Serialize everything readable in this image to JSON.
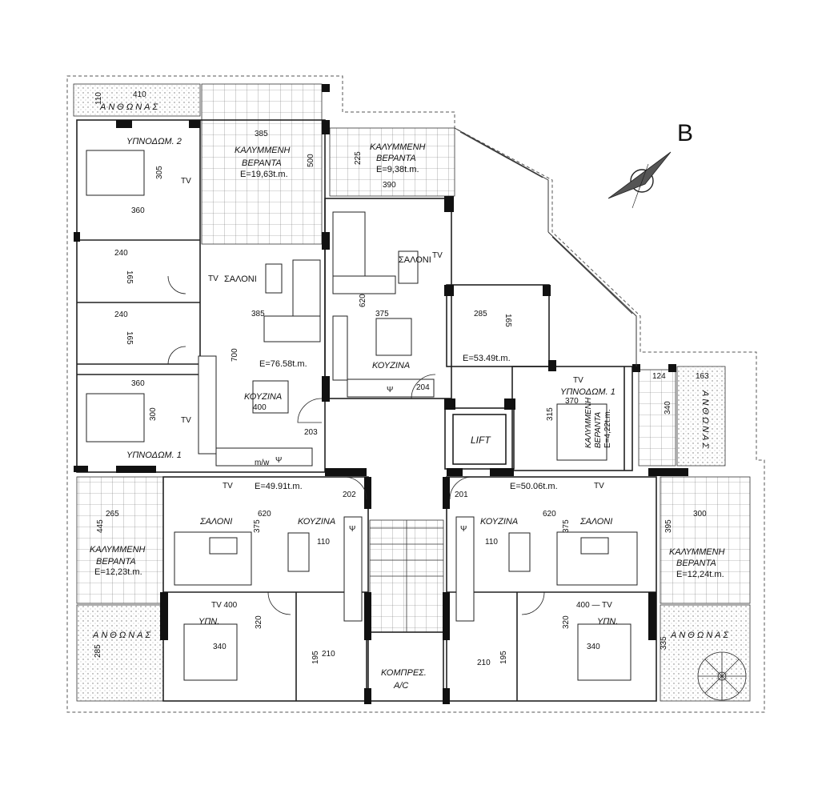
{
  "north_label": "B",
  "rooms": {
    "flanthos_top": "ΑΝΘΩΝΑΣ",
    "flanthos_right": "ΑΝΘΩΝΑΣ",
    "flanthos_bl": "ΑΝΘΩΝΑΣ",
    "flanthos_br": "ΑΝΘΩΝΑΣ",
    "bed2_top": "ΥΠΝΟΔΩΜ. 2",
    "bed1_left": "ΥΠΝΟΔΩΜ. 1",
    "bed1_right": "ΥΠΝΟΔΩΜ. 1",
    "ver1_l1": "ΚΑΛΥΜΜΕΝΗ",
    "ver1_l2": "ΒΕΡΑΝΤΑ",
    "ver1_area": "E=19,63t.m.",
    "ver2_l1": "ΚΑΛΥΜΜΕΝΗ",
    "ver2_l2": "ΒΕΡΑΝΤΑ",
    "ver2_area": "E=9,38t.m.",
    "ver3_l1": "ΚΑΛΥΜΜΕΝΗ",
    "ver3_l2": "ΒΕΡΑΝΤΑ",
    "ver3_area": "E=12,23t.m.",
    "ver4_l1": "ΚΑΛΥΜΜΕΝΗ",
    "ver4_l2": "ΒΕΡΑΝΤΑ",
    "ver4_area": "E=12,24t.m.",
    "ver5_l1": "ΚΑΛΥΜΜΕΝΗ",
    "ver5_l2": "ΒΕΡΑΝΤΑ",
    "ver5_area": "E=4,22t.m.",
    "saloni_a": "ΣΑΛΟΝΙ",
    "saloni_b": "ΣΑΛΟΝΙ",
    "saloni_c": "ΣΑΛΟΝΙ",
    "saloni_d": "ΣΑΛΟΝΙ",
    "kouzina_a": "ΚΟΥΖΙΝΑ",
    "kouzina_b": "ΚΟΥΖΙΝΑ",
    "kouzina_c": "ΚΟΥΖΙΝΑ",
    "kouzina_d": "ΚΟΥΖΙΝΑ",
    "ypn_l": "ΥΠΝ.",
    "ypn_r": "ΥΠΝ.",
    "lift": "LIFT",
    "compressor_l1": "ΚΟΜΠΡΕΣ.",
    "compressor_l2": "A/C",
    "area_a": "E=76.58t.m.",
    "area_b": "E=53.49t.m.",
    "area_c": "E=49.91t.m.",
    "area_d": "E=50.06t.m.",
    "mw": "m/w",
    "psi": "Ψ",
    "tv": "TV",
    "tv400": "TV 400",
    "tv400r": "400 — TV"
  },
  "apartments": {
    "a": "203",
    "b": "204",
    "c": "202",
    "d": "201"
  },
  "dimensions": {
    "d410": "410",
    "d110": "110",
    "d385a": "385",
    "d305": "305",
    "d500": "500",
    "d225": "225",
    "d390": "390",
    "d360a": "360",
    "d240a": "240",
    "d165a": "165",
    "d240b": "240",
    "d165b": "165",
    "d385b": "385",
    "d620a": "620",
    "d375a": "375",
    "d285a": "285",
    "d165c": "165",
    "d700": "700",
    "d360b": "360",
    "d400": "400",
    "d300a": "300",
    "d370": "370",
    "d315": "315",
    "d124": "124",
    "d163": "163",
    "d340a": "340",
    "d265": "265",
    "d620b": "620",
    "d375b": "375",
    "d110b": "110",
    "d445": "445",
    "d320a": "320",
    "d340b": "340",
    "d195a": "195",
    "d210a": "210",
    "d285b": "285",
    "d620c": "620",
    "d375c": "375",
    "d110c": "110",
    "d300b": "300",
    "d395": "395",
    "d320b": "320",
    "d340c": "340",
    "d335": "335",
    "d210b": "210",
    "d195b": "195"
  }
}
